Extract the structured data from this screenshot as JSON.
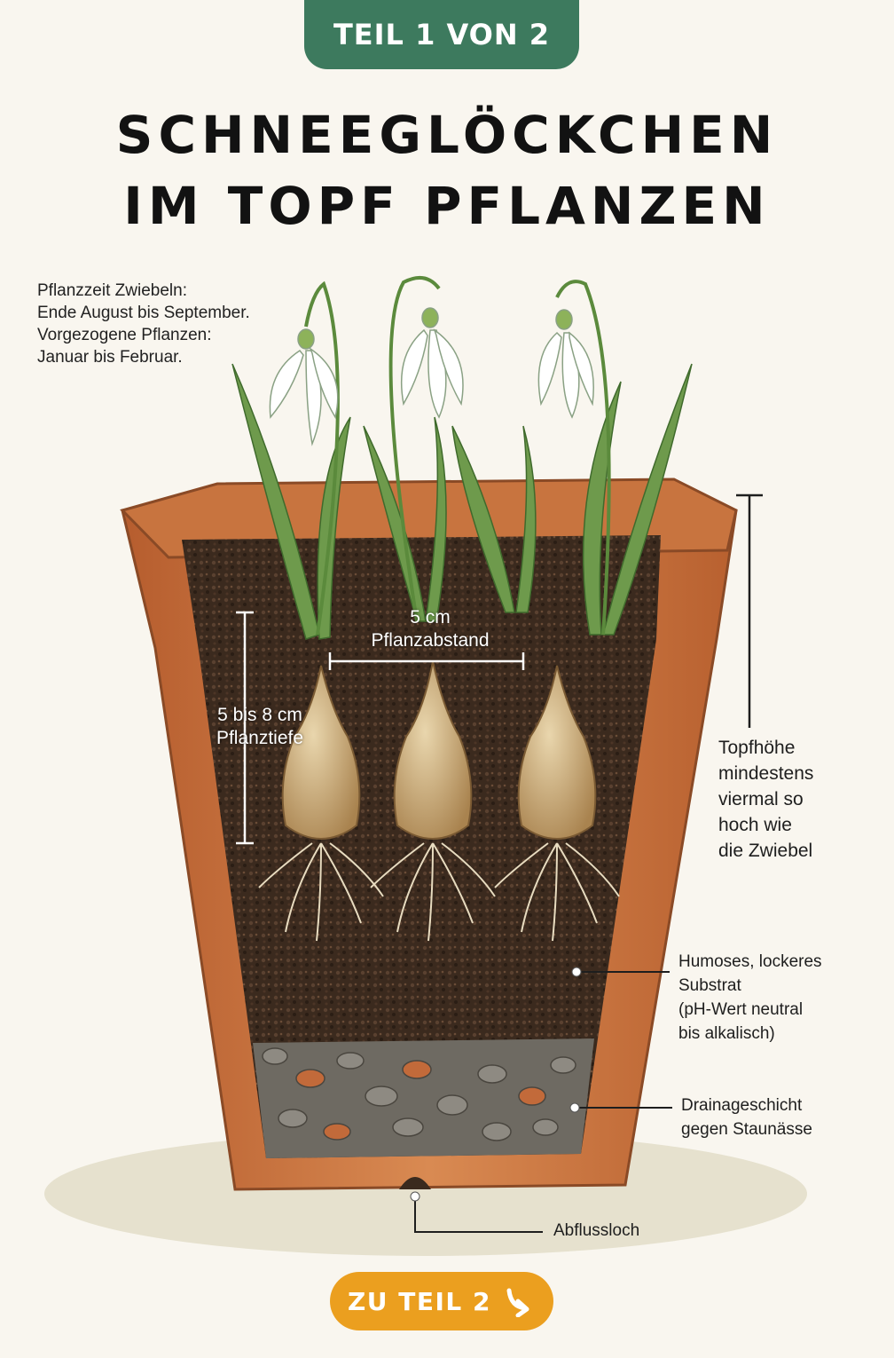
{
  "badge": {
    "text": "TEIL 1 VON 2",
    "color": "#3d7a5e"
  },
  "title": {
    "line1": "SCHNEEGLÖCKCHEN",
    "line2": "IM TOPF PFLANZEN"
  },
  "planting_note": {
    "lines": [
      "Pflanzzeit Zwiebeln:",
      "Ende August bis September.",
      "Vorgezogene Pflanzen:",
      "Januar bis Februar."
    ]
  },
  "labels": {
    "spacing": [
      "5 cm",
      "Pflanzabstand"
    ],
    "depth": [
      "5 bis 8 cm",
      "Pflanztiefe"
    ],
    "pot_height": [
      "Topfhöhe",
      "mindestens",
      "viermal so",
      "hoch wie",
      "die Zwiebel"
    ],
    "substrate": [
      "Humoses, lockeres",
      "Substrat",
      "(pH-Wert neutral",
      "bis alkalisch)"
    ],
    "drainage": [
      "Drainageschicht",
      "gegen Staunässe"
    ],
    "drain_hole": "Abflussloch"
  },
  "cta": {
    "label": "ZU TEIL 2",
    "icon": "arrow-down-right-icon",
    "color": "#eb9f1f"
  },
  "colors": {
    "terracotta": "#c96f3a",
    "soil": "#3b2a1e",
    "leaf": "#6e9a4c",
    "background": "#f9f6ef"
  }
}
